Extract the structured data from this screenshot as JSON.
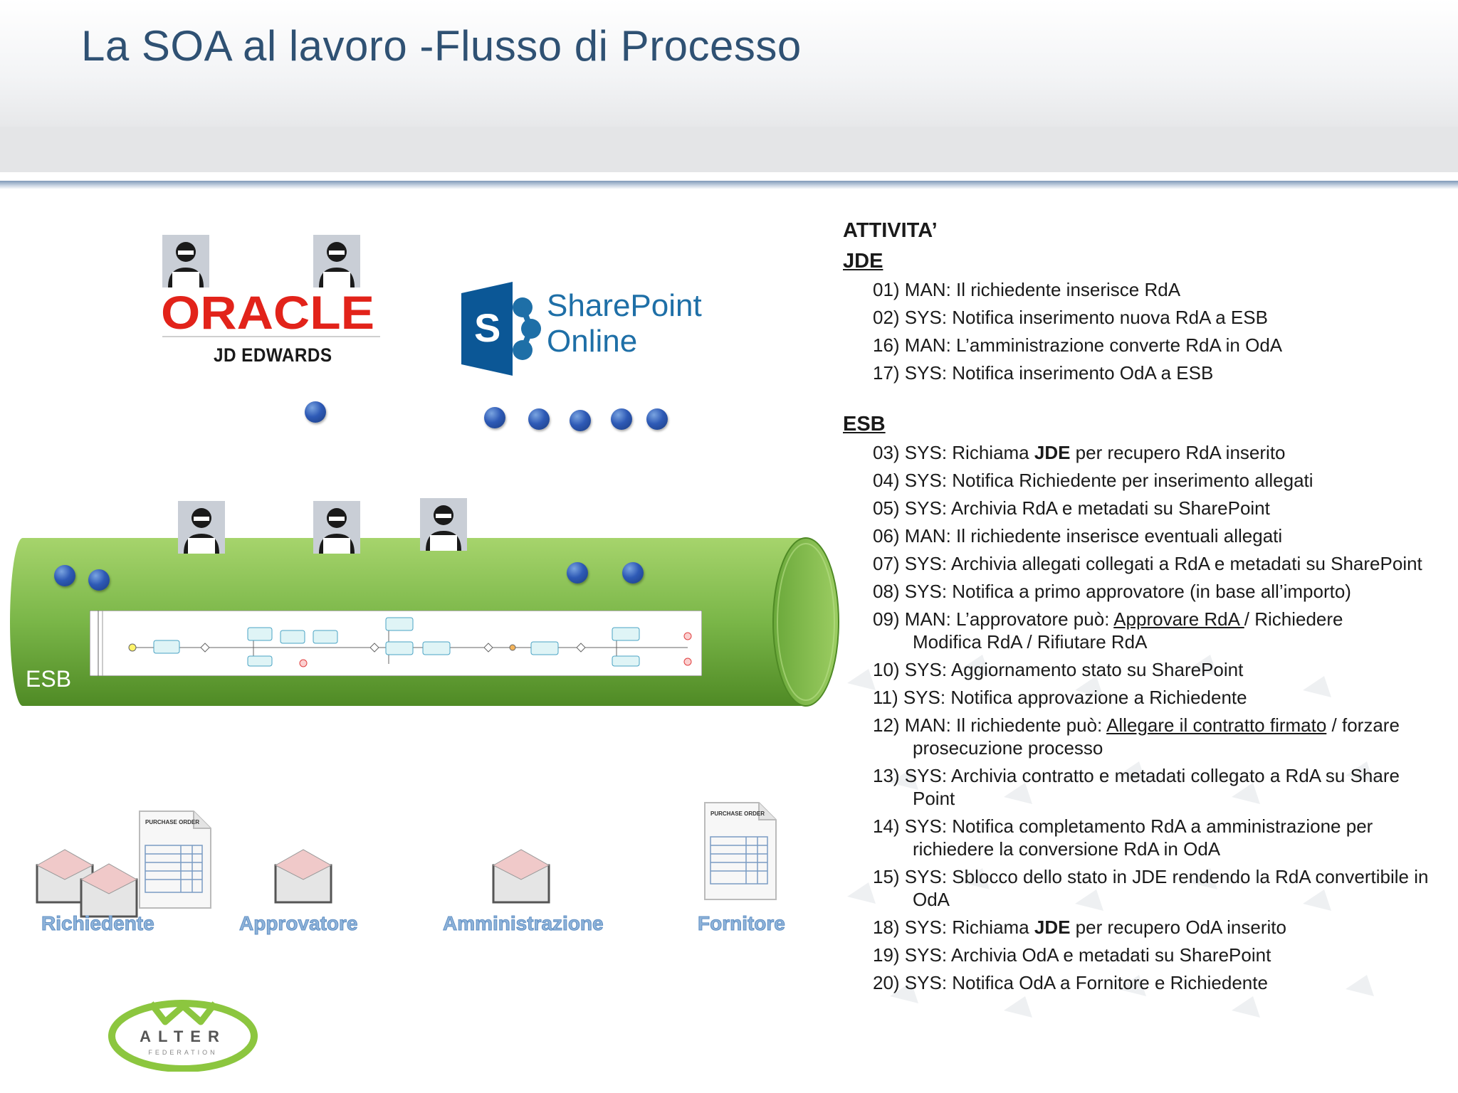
{
  "slide": {
    "title": "La SOA al lavoro -Flusso di Processo"
  },
  "logos": {
    "oracle": {
      "name": "ORACLE",
      "subtitle": "JD EDWARDS",
      "color": "#e2231a"
    },
    "sharepoint": {
      "badge": "S",
      "line1": "SharePoint",
      "line2": "Online",
      "color": "#1e6fa7"
    },
    "alter": {
      "name": "ALTER",
      "subtitle": "FEDERATION",
      "color": "#8cc63f"
    }
  },
  "esb": {
    "label": "ESB",
    "color": "#7ab648"
  },
  "roles": [
    "Richiedente",
    "Approvatore",
    "Amministrazione",
    "Fornitore"
  ],
  "documents": {
    "header": "PURCHASE ORDER"
  },
  "activities": {
    "heading": "ATTIVITA’",
    "jde": {
      "title": "JDE",
      "items": [
        "01) MAN: Il richiedente inserisce RdA",
        "02) SYS: Notifica inserimento nuova RdA a ESB",
        "16) MAN: L’amministrazione converte RdA in OdA",
        "17) SYS: Notifica inserimento OdA a ESB"
      ]
    },
    "esb": {
      "title": "ESB",
      "items": [
        {
          "pre": "03) SYS: Richiama ",
          "bold": "JDE",
          "post": " per recupero RdA inserito"
        },
        {
          "text": "04) SYS: Notifica Richiedente per inserimento allegati"
        },
        {
          "text": "05) SYS: Archivia RdA e metadati su SharePoint"
        },
        {
          "text": "06) MAN: Il richiedente inserisce eventuali allegati"
        },
        {
          "text": "07) SYS: Archivia allegati collegati a RdA e metadati su SharePoint"
        },
        {
          "text": "08) SYS: Notifica a primo approvatore (in base all’importo)"
        },
        {
          "pre": "09) MAN: L’approvatore può: ",
          "underline": "Approvare RdA ",
          "post": "/ Richiedere",
          "cont": "Modifica RdA / Rifiutare RdA"
        },
        {
          "text": "10) SYS: Aggiornamento stato su SharePoint"
        },
        {
          "text": "11) SYS: Notifica approvazione a Richiedente"
        },
        {
          "pre": "12) MAN: Il richiedente può: ",
          "underline": "Allegare il contratto firmato",
          "post": " / forzare",
          "cont": "prosecuzione processo"
        },
        {
          "text": "13) SYS: Archivia contratto e metadati collegato a RdA su Share",
          "cont": "Point"
        },
        {
          "text": "14) SYS: Notifica completamento RdA a amministrazione per",
          "cont": "richiedere la conversione RdA in OdA"
        },
        {
          "text": "15) SYS: Sblocco dello stato in JDE rendendo la RdA convertibile in",
          "cont": "OdA"
        },
        {
          "pre": "18) SYS: Richiama ",
          "bold": "JDE",
          "post": " per recupero OdA inserito"
        },
        {
          "text": "19) SYS: Archivia OdA e metadati su SharePoint"
        },
        {
          "text": "20) SYS: Notifica OdA a Fornitore e Richiedente"
        }
      ]
    }
  },
  "colors": {
    "title": "#2f5173",
    "ball": "#2e5ab6",
    "role_text": "#8fb3d9"
  }
}
